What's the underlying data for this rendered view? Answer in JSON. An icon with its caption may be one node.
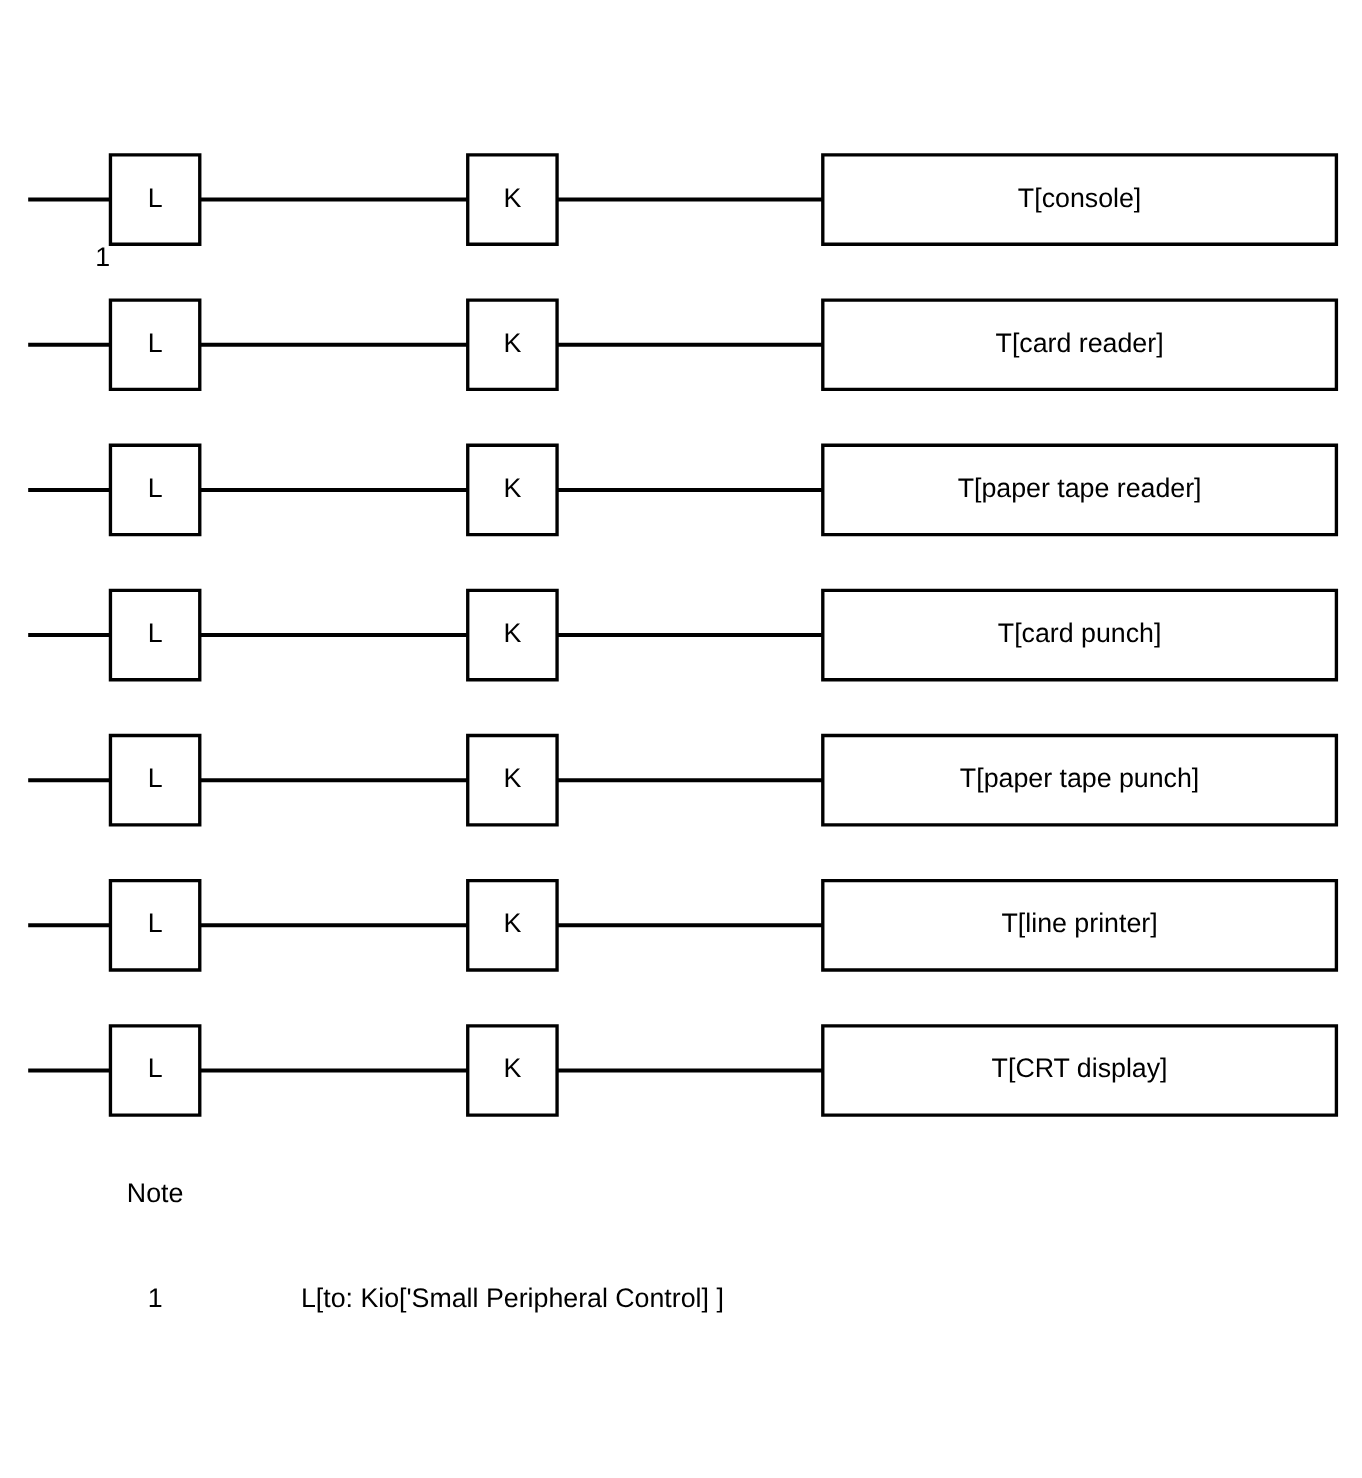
{
  "diagram": {
    "nodes": [
      {
        "text": [
          "L"
        ],
        "beside": [
          "1"
        ]
      },
      {
        "text": [
          "K"
        ]
      },
      {
        "text": [
          "T[console]"
        ]
      },
      {
        "text": [
          "L"
        ]
      },
      {
        "text": [
          "K"
        ]
      },
      {
        "text": [
          "T[card reader]"
        ]
      },
      {
        "text": [
          "L"
        ]
      },
      {
        "text": [
          "K"
        ]
      },
      {
        "text": [
          "T[paper tape reader]"
        ]
      },
      {
        "text": [
          "L"
        ]
      },
      {
        "text": [
          "K"
        ]
      },
      {
        "text": [
          "T[card punch]"
        ]
      },
      {
        "text": [
          "L"
        ]
      },
      {
        "text": [
          "K"
        ]
      },
      {
        "text": [
          "T[paper tape punch]"
        ]
      },
      {
        "text": [
          "L"
        ]
      },
      {
        "text": [
          "K"
        ]
      },
      {
        "text": [
          "T[line printer]"
        ]
      },
      {
        "text": [
          "L"
        ]
      },
      {
        "text": [
          "K"
        ]
      },
      {
        "text": [
          "T[CRT display]"
        ]
      }
    ],
    "edges": [
      {
        "from": null,
        "to": 0,
        "arrow": "none"
      },
      {
        "from": 0,
        "to": 1,
        "arrow": "none"
      },
      {
        "from": 1,
        "to": 2,
        "arrow": "none"
      },
      {
        "from": null,
        "to": 3,
        "arrow": "none"
      },
      {
        "from": 3,
        "to": 4,
        "arrow": "none"
      },
      {
        "from": 4,
        "to": 5,
        "arrow": "none"
      },
      {
        "from": null,
        "to": 6,
        "arrow": "none"
      },
      {
        "from": 6,
        "to": 7,
        "arrow": "none"
      },
      {
        "from": 7,
        "to": 8,
        "arrow": "none"
      },
      {
        "from": null,
        "to": 9,
        "arrow": "none"
      },
      {
        "from": 9,
        "to": 10,
        "arrow": "none"
      },
      {
        "from": 10,
        "to": 11,
        "arrow": "none"
      },
      {
        "from": null,
        "to": 12,
        "arrow": "none"
      },
      {
        "from": 12,
        "to": 13,
        "arrow": "none"
      },
      {
        "from": 13,
        "to": 14,
        "arrow": "none"
      },
      {
        "from": null,
        "to": 15,
        "arrow": "none"
      },
      {
        "from": 15,
        "to": 16,
        "arrow": "none"
      },
      {
        "from": 16,
        "to": 17,
        "arrow": "none"
      },
      {
        "from": null,
        "to": 18,
        "arrow": "none"
      },
      {
        "from": 18,
        "to": 19,
        "arrow": "none"
      },
      {
        "from": 19,
        "to": 20,
        "arrow": "none"
      }
    ],
    "labels": [
      "Note",
      "1",
      "L[to: Kio['Small Peripheral Control] ]"
    ]
  }
}
